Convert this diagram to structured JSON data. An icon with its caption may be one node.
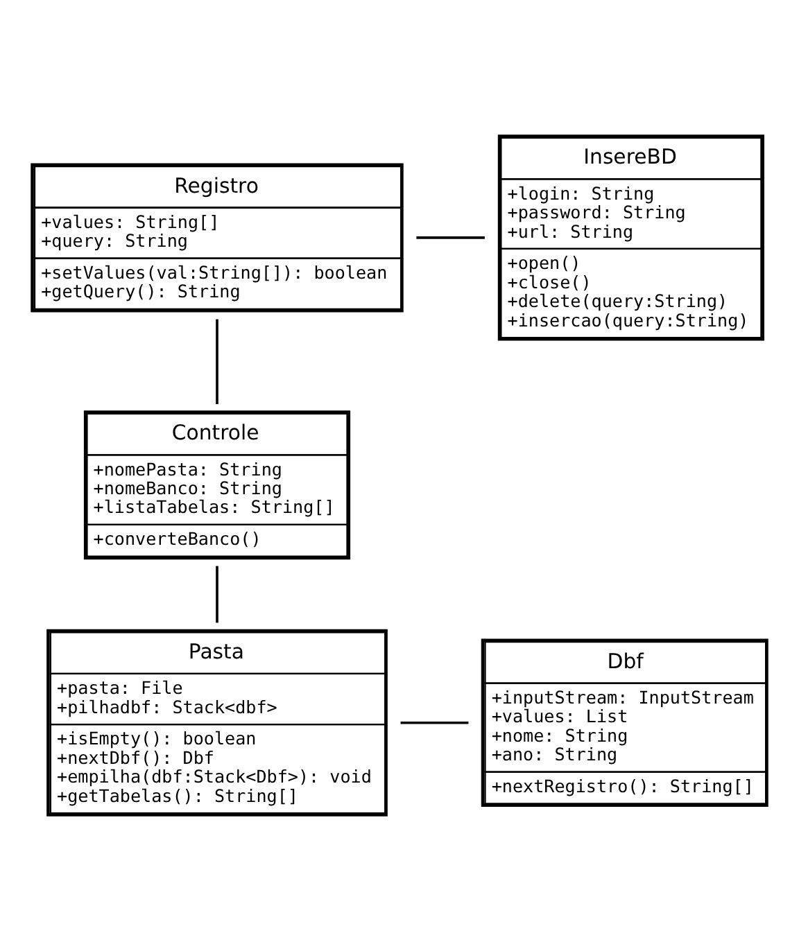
{
  "diagram": {
    "nodes": [
      {
        "text": [
          "Registro",
          "+values: String[]",
          "+query: String",
          "+setValues(val:String[]): boolean",
          "+getQuery(): String"
        ]
      },
      {
        "text": [
          "InsereBD",
          "+login: String",
          "+password: String",
          "+url: String",
          "+open()",
          "+close()",
          "+delete(query:String)",
          "+insercao(query:String)"
        ]
      },
      {
        "text": [
          "Controle",
          "+nomePasta: String",
          "+nomeBanco: String",
          "+listaTabelas: String[]",
          "+converteBanco()"
        ]
      },
      {
        "text": [
          "Pasta",
          "+pasta: File",
          "+pilhadbf: Stack<dbf>",
          "+isEmpty(): boolean",
          "+nextDbf(): Dbf",
          "+empilha(dbf:Stack<Dbf>): void",
          "+getTabelas(): String[]"
        ]
      },
      {
        "text": [
          "Dbf",
          "+inputStream: InputStream",
          "+values: List",
          "+nome: String",
          "+ano: String",
          "+nextRegistro(): String[]"
        ]
      }
    ],
    "edges": [
      {
        "from": 0,
        "to": 1,
        "arrow": "none"
      },
      {
        "from": 0,
        "to": 2,
        "arrow": "none"
      },
      {
        "from": 2,
        "to": 3,
        "arrow": "none"
      },
      {
        "from": 3,
        "to": 4,
        "arrow": "none"
      }
    ]
  }
}
